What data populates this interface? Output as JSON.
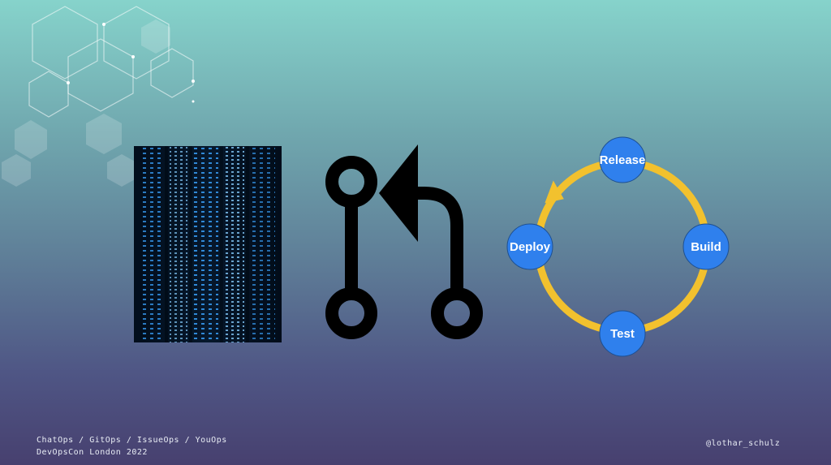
{
  "slide": {
    "footer_line1": "ChatOps / GitOps / IssueOps / YouOps",
    "footer_line2": "DevOpsCon London 2022",
    "handle": "@lothar_schulz"
  },
  "cycle": {
    "nodes": [
      "Release",
      "Build",
      "Test",
      "Deploy"
    ],
    "node_color": "#2f80ed",
    "ring_color": "#f2c12e"
  },
  "icons": {
    "left": "server-rack-image",
    "center": "pull-request-icon",
    "right": "release-cycle-diagram"
  }
}
